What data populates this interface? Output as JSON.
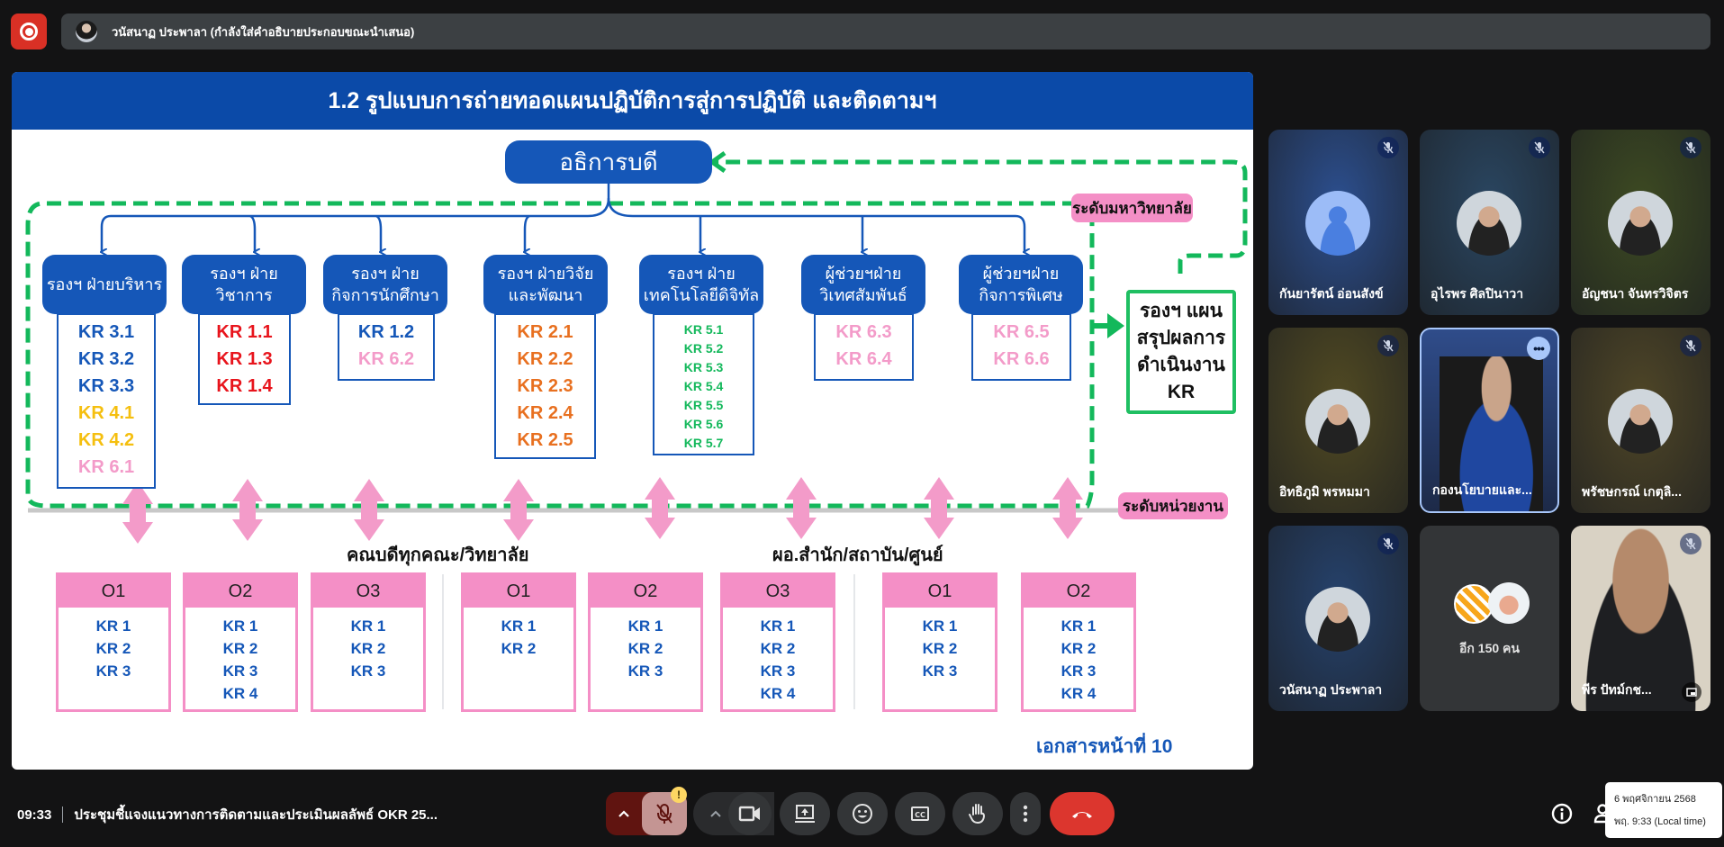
{
  "top_bar": {
    "presenter_text": "วนัสนาฏ ประพาลา (กำลังใส่คำอธิบายประกอบขณะนำเสนอ)"
  },
  "slide": {
    "title": "1.2 รูปแบบการถ่ายทอดแผนปฏิบัติการสู่การปฏิบัติ และติดตามฯ",
    "top_node": "อธิการบดี",
    "university_level_label": "ระดับมหาวิทยาลัย",
    "unit_level_label": "ระดับหน่วยงาน",
    "summary_box": [
      "รองฯ แผน",
      "สรุปผลการ",
      "ดำเนินงาน",
      "KR"
    ],
    "colors": {
      "blue": "#1557b8",
      "red": "#e8141c",
      "yellow": "#f5bf0f",
      "pink": "#f39bc9",
      "orange": "#e87020",
      "green": "#13b85b"
    },
    "departments": [
      {
        "title": [
          "รองฯ ฝ่ายบริหาร"
        ],
        "krs": [
          {
            "text": "KR 3.1",
            "color": "blue"
          },
          {
            "text": "KR 3.2",
            "color": "blue"
          },
          {
            "text": "KR 3.3",
            "color": "blue"
          },
          {
            "text": "KR 4.1",
            "color": "yellow"
          },
          {
            "text": "KR 4.2",
            "color": "yellow"
          },
          {
            "text": "KR 6.1",
            "color": "pink"
          }
        ]
      },
      {
        "title": [
          "รองฯ ฝ่าย",
          "วิชาการ"
        ],
        "krs": [
          {
            "text": "KR 1.1",
            "color": "red"
          },
          {
            "text": "KR 1.3",
            "color": "red"
          },
          {
            "text": "KR 1.4",
            "color": "red"
          }
        ]
      },
      {
        "title": [
          "รองฯ ฝ่าย",
          "กิจการนักศึกษา"
        ],
        "krs": [
          {
            "text": "KR 1.2",
            "color": "blue"
          },
          {
            "text": "KR 6.2",
            "color": "pink"
          }
        ]
      },
      {
        "title": [
          "รองฯ ฝ่ายวิจัย",
          "และพัฒนา"
        ],
        "krs": [
          {
            "text": "KR 2.1",
            "color": "orange"
          },
          {
            "text": "KR 2.2",
            "color": "orange"
          },
          {
            "text": "KR 2.3",
            "color": "orange"
          },
          {
            "text": "KR 2.4",
            "color": "orange"
          },
          {
            "text": "KR 2.5",
            "color": "orange"
          }
        ]
      },
      {
        "title": [
          "รองฯ ฝ่าย",
          "เทคโนโลยีดิจิทัล"
        ],
        "krs": [
          {
            "text": "KR 5.1",
            "color": "green"
          },
          {
            "text": "KR 5.2",
            "color": "green"
          },
          {
            "text": "KR 5.3",
            "color": "green"
          },
          {
            "text": "KR 5.4",
            "color": "green"
          },
          {
            "text": "KR 5.5",
            "color": "green"
          },
          {
            "text": "KR 5.6",
            "color": "green"
          },
          {
            "text": "KR 5.7",
            "color": "green"
          }
        ]
      },
      {
        "title": [
          "ผู้ช่วยฯฝ่าย",
          "วิเทศสัมพันธ์"
        ],
        "krs": [
          {
            "text": "KR 6.3",
            "color": "pink"
          },
          {
            "text": "KR 6.4",
            "color": "pink"
          }
        ]
      },
      {
        "title": [
          "ผู้ช่วยฯฝ่าย",
          "กิจการพิเศษ"
        ],
        "krs": [
          {
            "text": "KR 6.5",
            "color": "pink"
          },
          {
            "text": "KR 6.6",
            "color": "pink"
          }
        ]
      }
    ],
    "unit_groups": [
      {
        "label": "คณบดีทุกคณะ/วิทยาลัย",
        "objectives": [
          {
            "name": "O1",
            "krs": [
              "KR 1",
              "KR 2",
              "KR 3"
            ]
          },
          {
            "name": "O2",
            "krs": [
              "KR 1",
              "KR 2",
              "KR 3",
              "KR 4"
            ]
          },
          {
            "name": "O3",
            "krs": [
              "KR 1",
              "KR 2",
              "KR 3"
            ]
          }
        ]
      },
      {
        "label": "ผอ.สำนัก/สถาบัน/ศูนย์",
        "objectives": [
          {
            "name": "O1",
            "krs": [
              "KR 1",
              "KR 2"
            ]
          },
          {
            "name": "O2",
            "krs": [
              "KR 1",
              "KR 2",
              "KR 3"
            ]
          },
          {
            "name": "O3",
            "krs": [
              "KR 1",
              "KR 2",
              "KR 3",
              "KR 4"
            ]
          }
        ]
      },
      {
        "label": "",
        "objectives": [
          {
            "name": "O1",
            "krs": [
              "KR 1",
              "KR 2",
              "KR 3"
            ]
          },
          {
            "name": "O2",
            "krs": [
              "KR 1",
              "KR 2",
              "KR 3",
              "KR 4"
            ]
          }
        ]
      }
    ],
    "page_note": "เอกสารหน้าที่ 10"
  },
  "participants": [
    {
      "name": "กันยารัตน์ อ่อนสังข์",
      "muted": true,
      "bg": "#2c4f8f",
      "avatar": "default"
    },
    {
      "name": "อุไรพร ศิลปินาวา",
      "muted": true,
      "bg": "#2a4661",
      "avatar": "photo"
    },
    {
      "name": "อัญชนา จันทรวิจิตร",
      "muted": true,
      "bg": "#3d4a22",
      "avatar": "photo"
    },
    {
      "name": "อิทธิภูมิ พรหมมา",
      "muted": true,
      "bg": "#514a23",
      "avatar": "photo"
    },
    {
      "name": "กองนโยบายและ...",
      "muted": false,
      "bg": "#2f4c8a",
      "avatar": "video",
      "active": true
    },
    {
      "name": "พรัชษกรณ์ เกตุลิ...",
      "muted": true,
      "bg": "#4f4627",
      "avatar": "photo"
    },
    {
      "name": "วนัสนาฏ ประพาลา",
      "muted": true,
      "bg": "#26426c",
      "avatar": "photo"
    },
    {
      "name": "",
      "others_label": "อีก 150 คน"
    },
    {
      "name": "พีร ปัทม์กช...",
      "muted": true,
      "bg": "#3b3a38",
      "avatar": "video"
    }
  ],
  "bottom_bar": {
    "time": "09:33",
    "meeting_title": "ประชุมชี้แจงแนวทางการติดตามและประเมินผลลัพธ์ OKR 25..."
  },
  "tooltip": {
    "date": "6 พฤศจิกายน 2568",
    "time": "พฤ. 9:33 (Local time)"
  }
}
